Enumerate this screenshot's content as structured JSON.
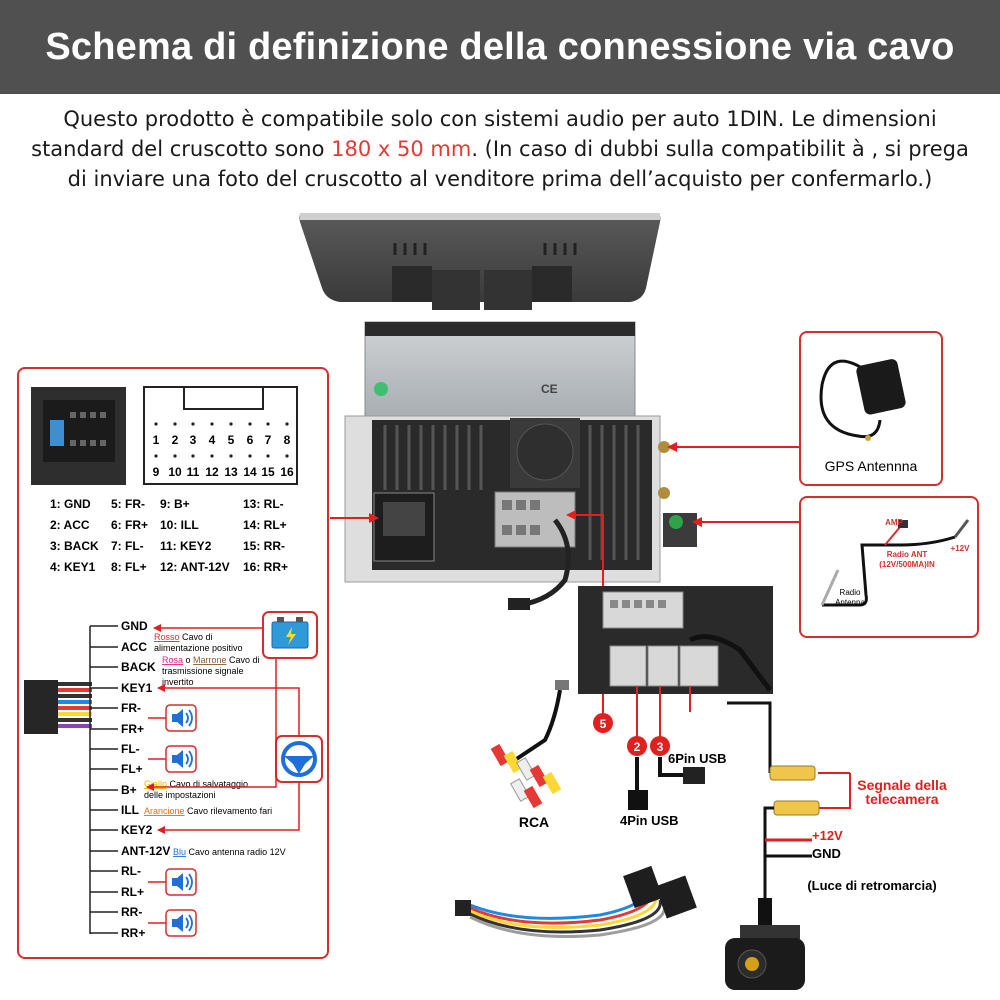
{
  "header": {
    "title": "Schema di definizione della connessione via cavo"
  },
  "intro": {
    "line1": "Questo prodotto  è  compatibile solo con sistemi audio per auto 1DIN. Le dimensioni",
    "line2_pre": "standard del cruscotto sono ",
    "line2_hl": "180 x 50 mm",
    "line2_post": ". (In caso di dubbi sulla compatibilit à , si prega",
    "line3": "di inviare una foto del cruscotto al venditore prima dell’acquisto per confermarlo.)"
  },
  "device": {
    "ce_mark": "CE"
  },
  "connector": {
    "top_numbers": [
      "1",
      "2",
      "3",
      "4",
      "5",
      "6",
      "7",
      "8"
    ],
    "bottom_numbers": [
      "9",
      "10",
      "11",
      "12",
      "13",
      "14",
      "15",
      "16"
    ]
  },
  "pin_table": [
    [
      "1:  GND",
      "5:  FR-",
      "9:   B+",
      "13:  RL-"
    ],
    [
      "2:  ACC",
      "6:  FR+",
      "10:  ILL",
      "14:  RL+"
    ],
    [
      "3:  BACK",
      "7:  FL-",
      "11:  KEY2",
      "15:  RR-"
    ],
    [
      "4:  KEY1",
      "8:  FL+",
      "12:  ANT-12V",
      "16:  RR+"
    ]
  ],
  "wires": [
    {
      "pin": "GND"
    },
    {
      "pin": "ACC"
    },
    {
      "pin": "BACK"
    },
    {
      "pin": "KEY1"
    },
    {
      "pin": "FR-"
    },
    {
      "pin": "FR+"
    },
    {
      "pin": "FL-"
    },
    {
      "pin": "FL+"
    },
    {
      "pin": "B+"
    },
    {
      "pin": "ILL"
    },
    {
      "pin": "KEY2"
    },
    {
      "pin": "ANT-12V"
    },
    {
      "pin": "RL-"
    },
    {
      "pin": "RL+"
    },
    {
      "pin": "RR-"
    },
    {
      "pin": "RR+"
    }
  ],
  "wire_notes": {
    "acc": {
      "color_word": "Rosso",
      "rest1": " Cavo di",
      "rest2": "alimentazione positivo"
    },
    "back": {
      "color_word1": "Rosa",
      "mid": " o ",
      "color_word2": "Marrone",
      "rest1": " Cavo di",
      "rest2": "trasmissione signale",
      "rest3": "invertito"
    },
    "bplus": {
      "color_word": "Giallo",
      "rest1": " Cavo di salvataggio",
      "rest2": "delle impostazioni"
    },
    "ill": {
      "color_word": "Arancione",
      "rest1": " Cavo rilevamento fari"
    },
    "ant": {
      "color_word": "Blu",
      "rest1": " Cavo antenna radio 12V"
    }
  },
  "gps": {
    "label": "GPS Antennna"
  },
  "radio": {
    "amp": "AMP",
    "plus12": "+12V",
    "ant_line1": "Radio ANT",
    "ant_line2": "(12V/500MA)IN",
    "radio_line1": "Radio",
    "radio_line2": "Antenna"
  },
  "ports": {
    "rca": "RCA",
    "usb6": "6Pin USB",
    "usb4": "4Pin USB"
  },
  "badges": {
    "b5": "5",
    "b2": "2",
    "b3": "3"
  },
  "camera": {
    "signal_line1": "Segnale della",
    "signal_line2": "telecamera",
    "plus12": "+12V",
    "gnd": "GND",
    "reverse": "(Luce di retromarcia)"
  },
  "colors": {
    "accent_red": "#e01f1f",
    "header_bg": "#505050",
    "blue_icon": "#1e6fd9"
  }
}
